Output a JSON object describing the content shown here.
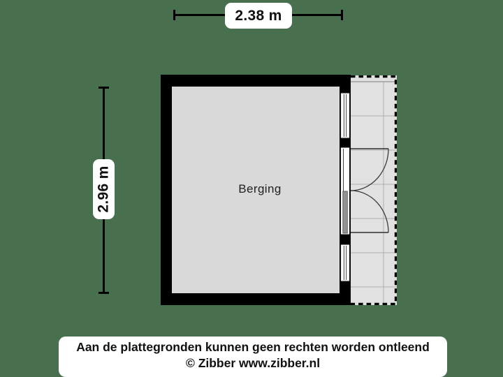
{
  "floor_plan": {
    "room": {
      "label": "Berging"
    },
    "dimensions": {
      "width_label": "2.38 m",
      "height_label": "2.96 m"
    },
    "footer": {
      "disclaimer": "Aan de plattegronden kunnen geen rechten worden ontleend",
      "copyright": "© Zibber www.zibber.nl"
    },
    "colors": {
      "background": "#48704f",
      "wall": "#000000",
      "room_fill": "#d9d9d9",
      "tile_fill": "#e1e1e1",
      "tile_grid": "#b0b0b0",
      "label_halo": "#ffffff",
      "text": "#111111"
    }
  }
}
